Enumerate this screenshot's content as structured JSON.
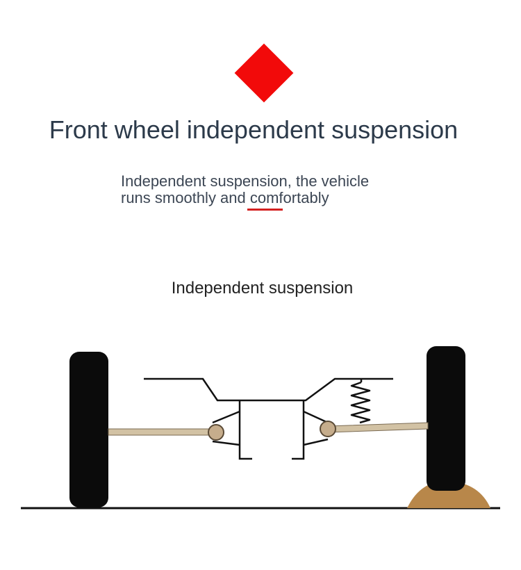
{
  "header": {
    "title": "Front wheel independent suspension",
    "subtitle_line1": "Independent suspension, the vehicle",
    "subtitle_line2": "runs smoothly and comfortably"
  },
  "diagram": {
    "label": "Independent suspension"
  },
  "colors": {
    "accent": "#f20a0a",
    "accent_line": "#d42020",
    "title_text": "#2c3a4a",
    "tire": "#0b0b0b",
    "arm": "#d2c2a4",
    "pivot": "#c6ad8c",
    "ground_bump": "#b8874a"
  }
}
